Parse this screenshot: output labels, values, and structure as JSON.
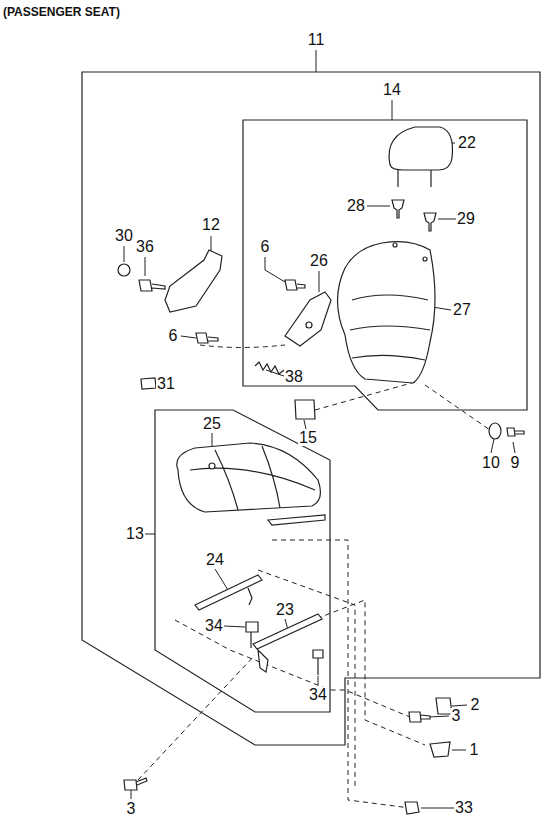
{
  "diagram": {
    "title": "(PASSENGER SEAT)",
    "labels": [
      "11",
      "14",
      "22",
      "28",
      "29",
      "27",
      "12",
      "30",
      "36",
      "6",
      "26",
      "6",
      "38",
      "31",
      "15",
      "10",
      "9",
      "25",
      "13",
      "24",
      "23",
      "34",
      "34",
      "2",
      "3",
      "1",
      "3",
      "33"
    ]
  }
}
